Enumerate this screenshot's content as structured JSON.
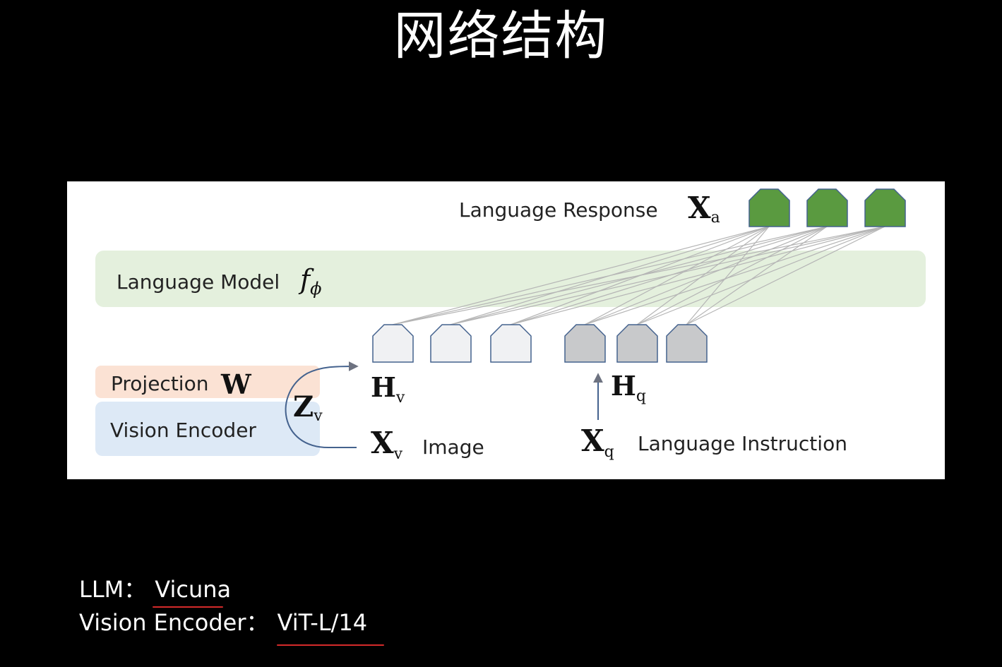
{
  "title": "网络结构",
  "diagram": {
    "language_response": "Language Response",
    "language_model": "Language Model",
    "language_model_symbol": "f",
    "language_model_symbol_sub": "ϕ",
    "projection": "Projection",
    "projection_symbol": "W",
    "vision_encoder": "Vision Encoder",
    "z_symbol": "Z",
    "z_sub": "v",
    "hv_symbol": "H",
    "hv_sub": "v",
    "hq_symbol": "H",
    "hq_sub": "q",
    "xv_symbol": "X",
    "xv_sub": "v",
    "image_label": "Image",
    "xq_symbol": "X",
    "xq_sub": "q",
    "instruction_label": "Language Instruction",
    "xa_symbol": "X",
    "xa_sub": "a",
    "colors": {
      "response_token": "#5a9a40",
      "vision_token": "#f0f1f3",
      "text_token": "#c8c9cb",
      "language_model_band": "#e4f0dd",
      "projection_band": "#fbe2d4",
      "vision_encoder_band": "#dde9f6",
      "token_outline": "#44628e"
    }
  },
  "notes": {
    "llm_label": "LLM：",
    "llm_value": "Vicuna",
    "encoder_label": "Vision Encoder：",
    "encoder_value": "ViT-L/14"
  }
}
